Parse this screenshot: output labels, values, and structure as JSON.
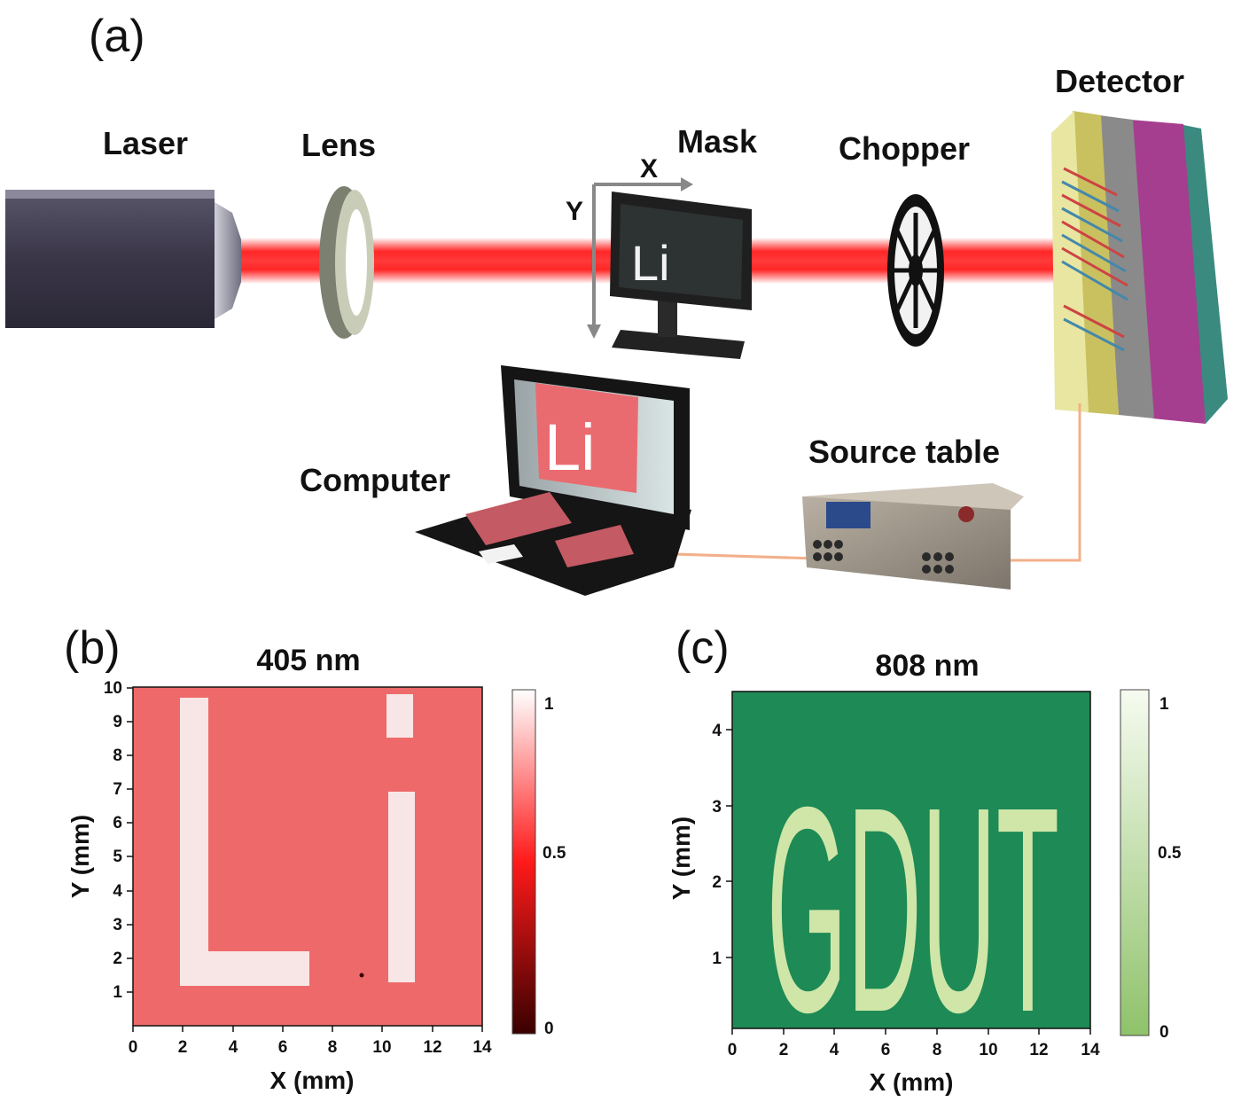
{
  "panel_a": {
    "label": "(a)",
    "components": {
      "laser": "Laser",
      "lens": "Lens",
      "mask": "Mask",
      "chopper": "Chopper",
      "detector": "Detector",
      "computer": "Computer",
      "source_table": "Source table"
    },
    "axis_x": "X",
    "axis_y": "Y",
    "mask_text": "Li",
    "screen_text": "Li"
  },
  "panel_b": {
    "label": "(b)",
    "title": "405 nm",
    "xlabel": "X (mm)",
    "ylabel": "Y (mm)",
    "xticks": [
      "0",
      "2",
      "4",
      "6",
      "8",
      "10",
      "12",
      "14"
    ],
    "yticks": [
      "1",
      "2",
      "3",
      "4",
      "5",
      "6",
      "7",
      "8",
      "9",
      "10"
    ],
    "colorbar": {
      "top": "1",
      "mid": "0.5",
      "bottom": "0"
    },
    "colors": {
      "background": "#ee6a6a",
      "letters": "#f8e6e6",
      "cbar_top": "#ffffff",
      "cbar_mid": "#ff1a1a",
      "cbar_bottom": "#3a0000"
    }
  },
  "panel_c": {
    "label": "(c)",
    "title": "808 nm",
    "xlabel": "X (mm)",
    "ylabel": "Y (mm)",
    "xticks": [
      "0",
      "2",
      "4",
      "6",
      "8",
      "10",
      "12",
      "14"
    ],
    "yticks": [
      "1",
      "2",
      "3",
      "4"
    ],
    "letters": "GDUT",
    "colorbar": {
      "top": "1",
      "mid": "0.5",
      "bottom": "0"
    },
    "colors": {
      "background": "#1e8a55",
      "letters": "#cfe6a8",
      "cbar_top": "#f6fbf0",
      "cbar_bottom": "#8fc26a"
    }
  }
}
